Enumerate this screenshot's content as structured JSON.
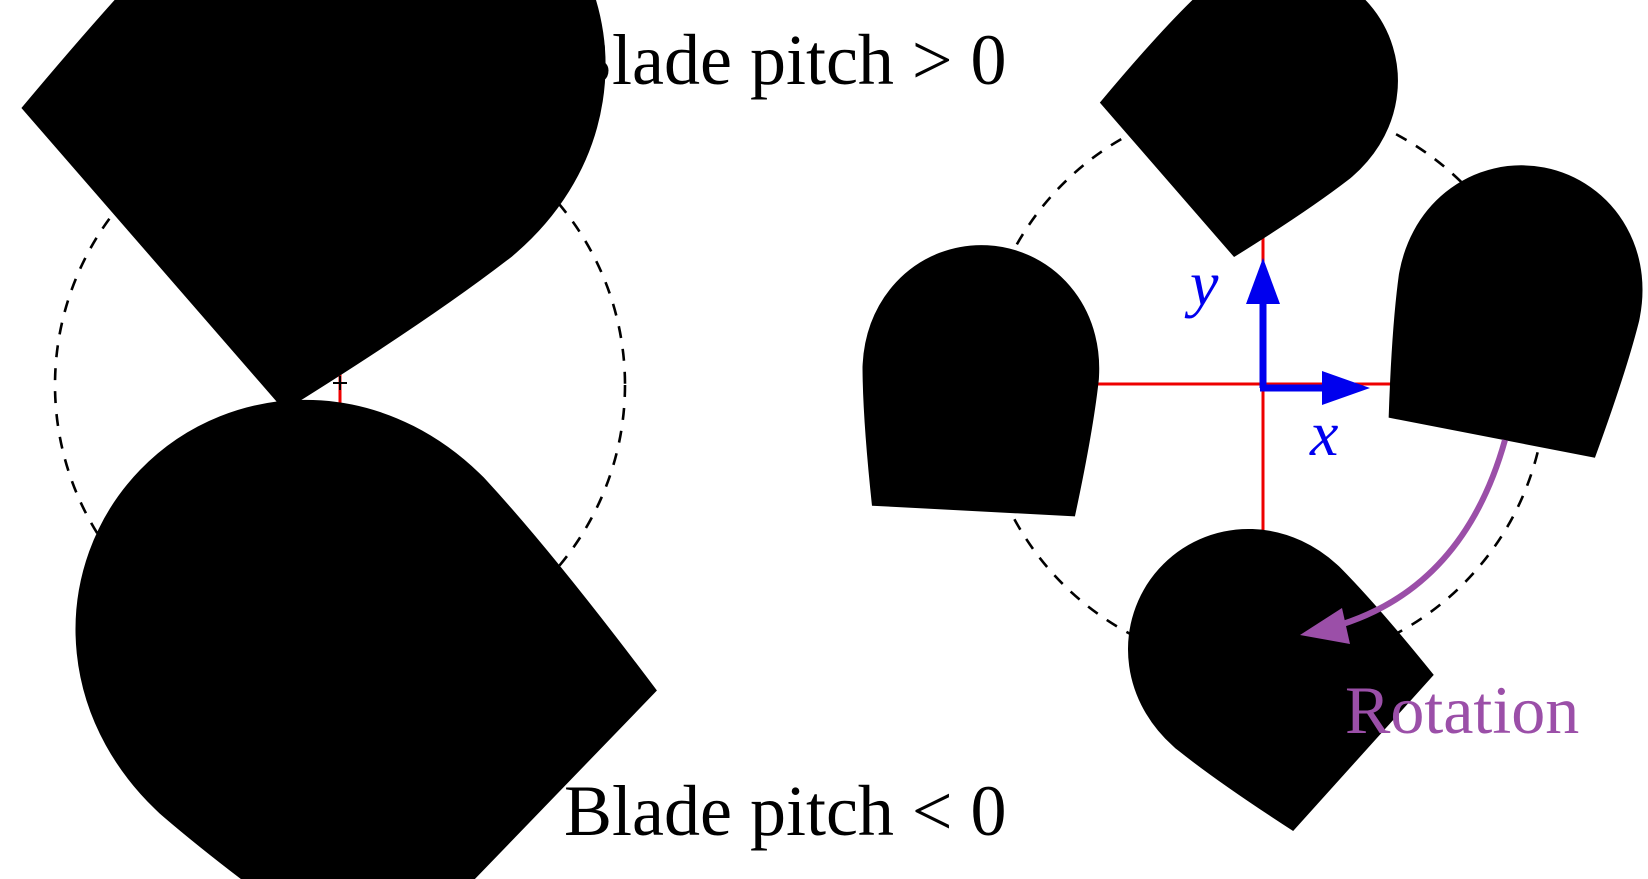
{
  "labels": {
    "pitch_positive": "Blade pitch > 0",
    "pitch_negative": "Blade pitch < 0",
    "x_axis": "x",
    "y_axis": "y",
    "rotation": "Rotation"
  },
  "colors": {
    "red_line": "#ee0000",
    "blue_axes": "#0000ee",
    "rotation_arrow": "#9b4fa8",
    "blade_fill": "#808080"
  },
  "rotation_direction": "clockwise"
}
